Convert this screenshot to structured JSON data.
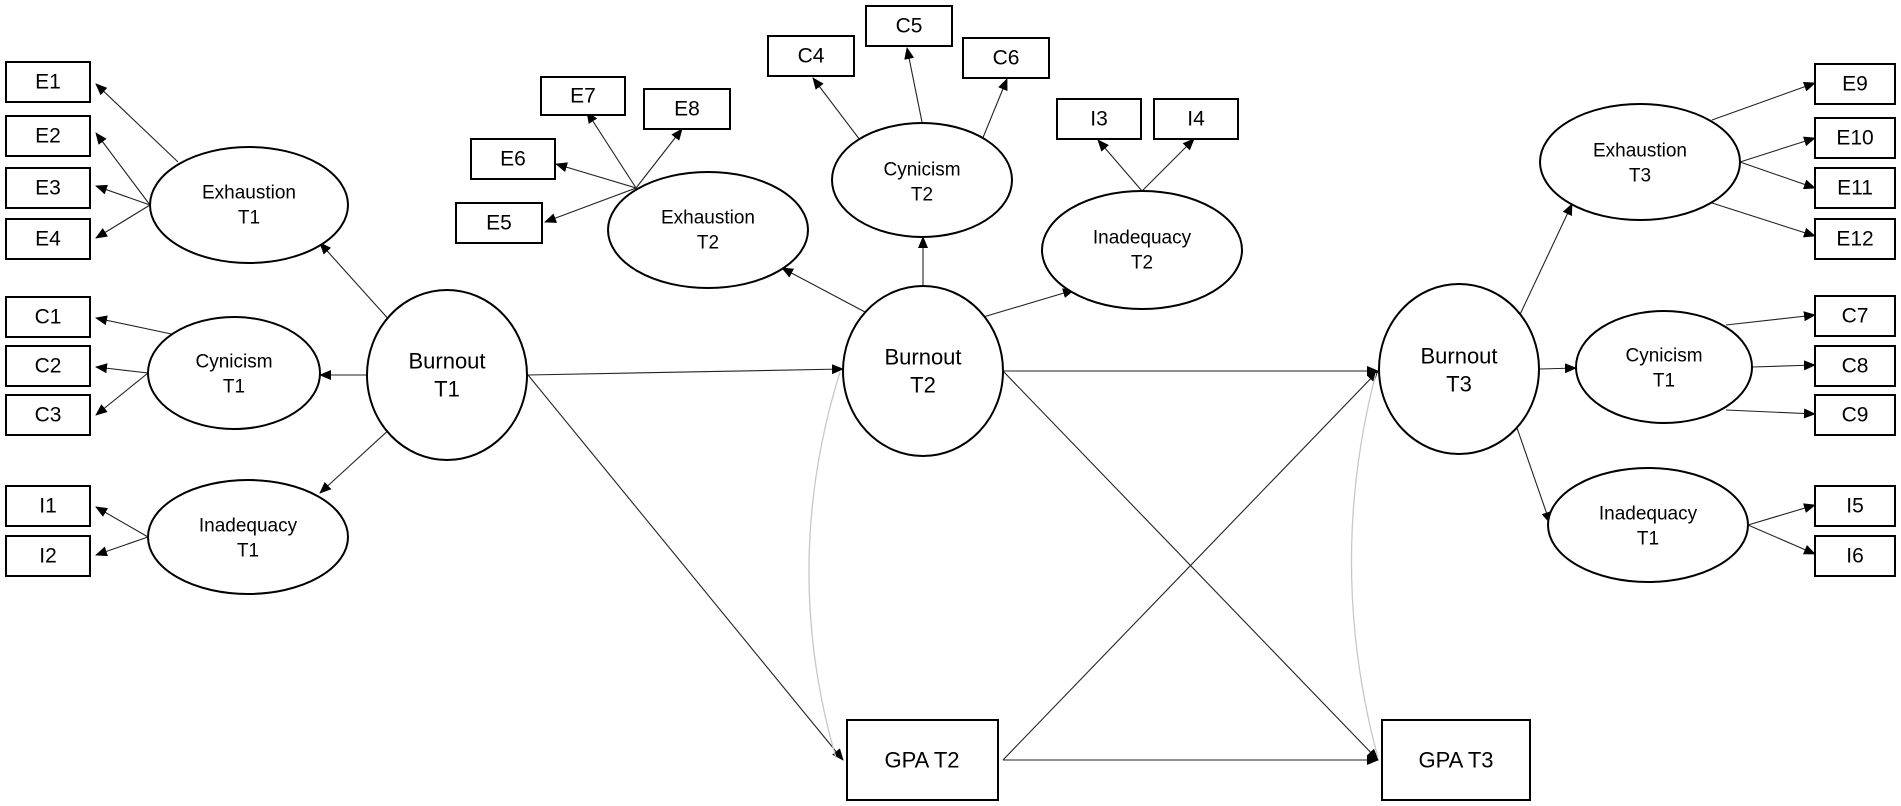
{
  "indicators": {
    "E1": "E1",
    "E2": "E2",
    "E3": "E3",
    "E4": "E4",
    "C1": "C1",
    "C2": "C2",
    "C3": "C3",
    "I1": "I1",
    "I2": "I2",
    "E5": "E5",
    "E6": "E6",
    "E7": "E7",
    "E8": "E8",
    "C4": "C4",
    "C5": "C5",
    "C6": "C6",
    "I3": "I3",
    "I4": "I4",
    "E9": "E9",
    "E10": "E10",
    "E11": "E11",
    "E12": "E12",
    "C7": "C7",
    "C8": "C8",
    "C9": "C9",
    "I5": "I5",
    "I6": "I6"
  },
  "factors": {
    "exhaustion_t1": [
      "Exhaustion",
      "T1"
    ],
    "cynicism_t1": [
      "Cynicism",
      "T1"
    ],
    "inadequacy_t1": [
      "Inadequacy",
      "T1"
    ],
    "exhaustion_t2": [
      "Exhaustion",
      "T2"
    ],
    "cynicism_t2": [
      "Cynicism",
      "T2"
    ],
    "inadequacy_t2": [
      "Inadequacy",
      "T2"
    ],
    "exhaustion_t3": [
      "Exhaustion",
      "T3"
    ],
    "cynicism_t3": [
      "Cynicism",
      "T1"
    ],
    "inadequacy_t3": [
      "Inadequacy",
      "T1"
    ]
  },
  "burnout": {
    "t1": [
      "Burnout",
      "T1"
    ],
    "t2": [
      "Burnout",
      "T2"
    ],
    "t3": [
      "Burnout",
      "T3"
    ]
  },
  "gpa": {
    "t2": "GPA T2",
    "t3": "GPA T3"
  },
  "colors": {
    "stroke": "#000000",
    "path": "#222222",
    "covariance": "#c8c8c8",
    "background": "#ffffff"
  }
}
